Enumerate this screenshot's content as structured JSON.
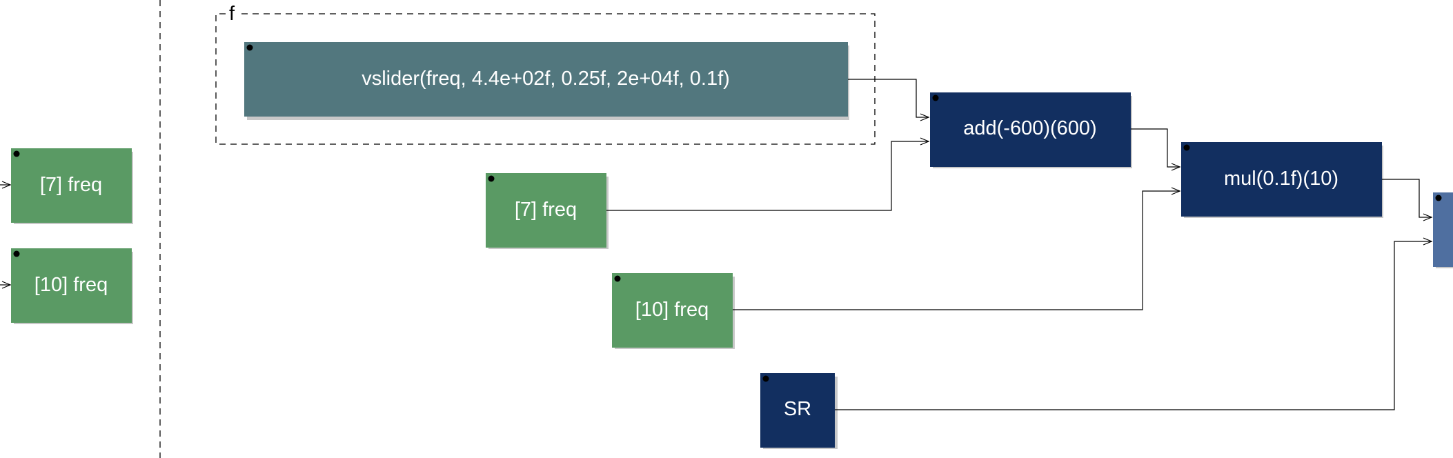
{
  "colors": {
    "number_block": "#5a9a64",
    "slider_block": "#52777e",
    "function_block": "#122f60",
    "output_block": "#4f6fa0",
    "wire": "#000000",
    "background": "#ffffff"
  },
  "group": {
    "label": "f"
  },
  "blocks": {
    "left_in_7": "[7] freq",
    "left_in_10": "[10] freq",
    "vslider": "vslider(freq, 4.4e+02f, 0.25f, 2e+04f, 0.1f)",
    "const_7": "[7] freq",
    "const_10": "[10] freq",
    "sr": "SR",
    "add": "add(-600)(600)",
    "mul": "mul(0.1f)(10)"
  }
}
